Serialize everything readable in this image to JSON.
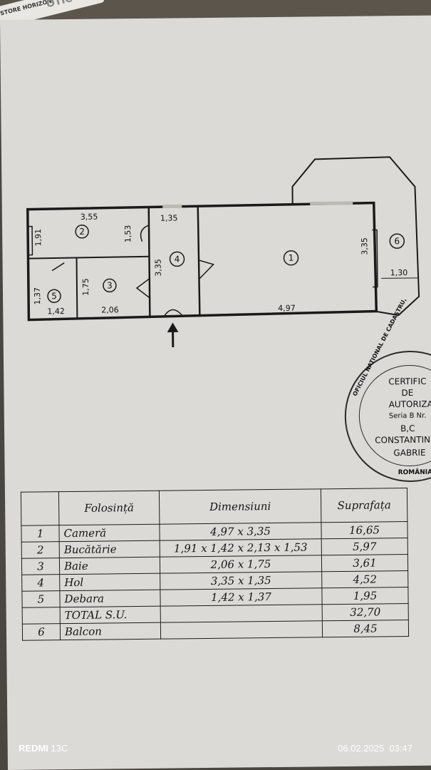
{
  "pen": {
    "brand": "STORE HORIZON",
    "text": "OTIC"
  },
  "plan": {
    "rooms": [
      {
        "id": "1"
      },
      {
        "id": "2"
      },
      {
        "id": "3"
      },
      {
        "id": "4"
      },
      {
        "id": "5"
      },
      {
        "id": "6"
      }
    ],
    "dims": {
      "r2_top": "3,55",
      "r2_left": "1,91",
      "r2_mid": "1,53",
      "hall_top": "1,35",
      "hall_side": "3,35",
      "r1_side": "3,35",
      "r1_bottom": "4,97",
      "r3_left": "1,75",
      "r3_bottom": "2,06",
      "r5_left": "1,37",
      "r5_bottom": "1,42",
      "balc": "1,30"
    }
  },
  "stamp": {
    "ring_text": "OFICIUL NATIONAL DE CADASTRU,",
    "bottom": "ROMÂNIA",
    "lines": [
      "CERTIFIC",
      "DE",
      "AUTORIZA",
      "Seria B Nr.",
      "B,C",
      "CONSTANTIN",
      "GABRIE"
    ]
  },
  "table": {
    "headers": [
      "Folosință",
      "Dimensiuni",
      "Suprafața"
    ],
    "rows": [
      {
        "nr": "1",
        "use": "Cameră",
        "dim": "4,97 x 3,35",
        "area": "16,65"
      },
      {
        "nr": "2",
        "use": "Bucătărie",
        "dim": "1,91 x 1,42 x 2,13 x 1,53",
        "area": "5,97"
      },
      {
        "nr": "3",
        "use": "Baie",
        "dim": "2,06 x 1,75",
        "area": "3,61"
      },
      {
        "nr": "4",
        "use": "Hol",
        "dim": "3,35 x 1,35",
        "area": "4,52"
      },
      {
        "nr": "5",
        "use": "Debara",
        "dim": "1,42 x 1,37",
        "area": "1,95"
      },
      {
        "nr": "",
        "use": "TOTAL S.U.",
        "dim": "",
        "area": "32,70"
      },
      {
        "nr": "6",
        "use": "Balcon",
        "dim": "",
        "area": "8,45"
      }
    ]
  },
  "footer": {
    "brand": "REDMI",
    "model": "13C",
    "date": "06.02.2025",
    "time": "03:47"
  }
}
